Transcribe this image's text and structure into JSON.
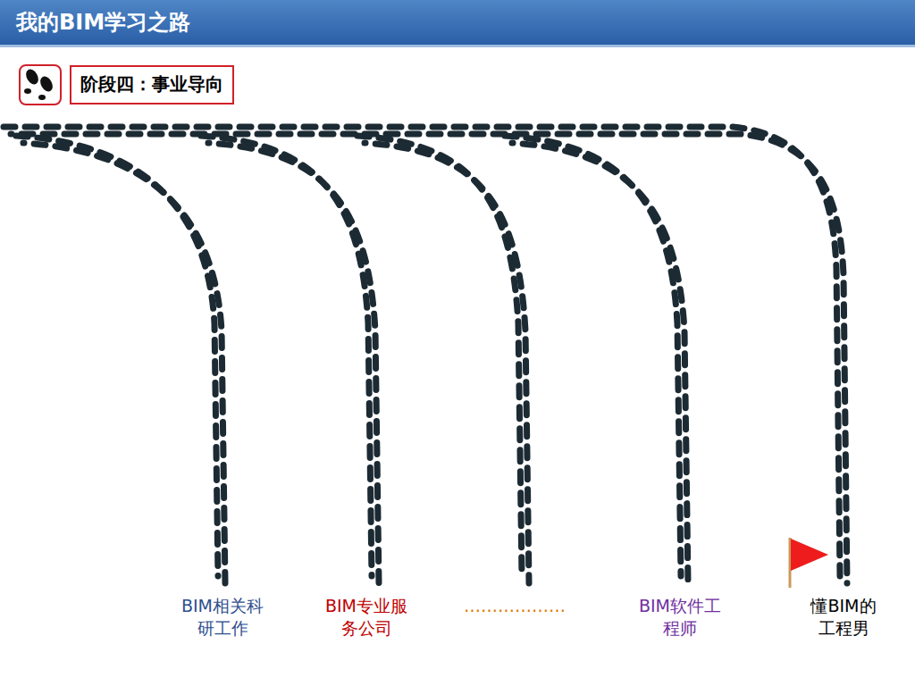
{
  "diagram": {
    "title": "我的BIM学习之路",
    "nodes": [
      {
        "text": [
          "阶段四：事业导向"
        ]
      }
    ],
    "labels": [
      "BIM相关科 研工作",
      "BIM专业服 务公司",
      "………………",
      "BIM软件工 程师",
      "懂BIM的 工程男"
    ]
  }
}
